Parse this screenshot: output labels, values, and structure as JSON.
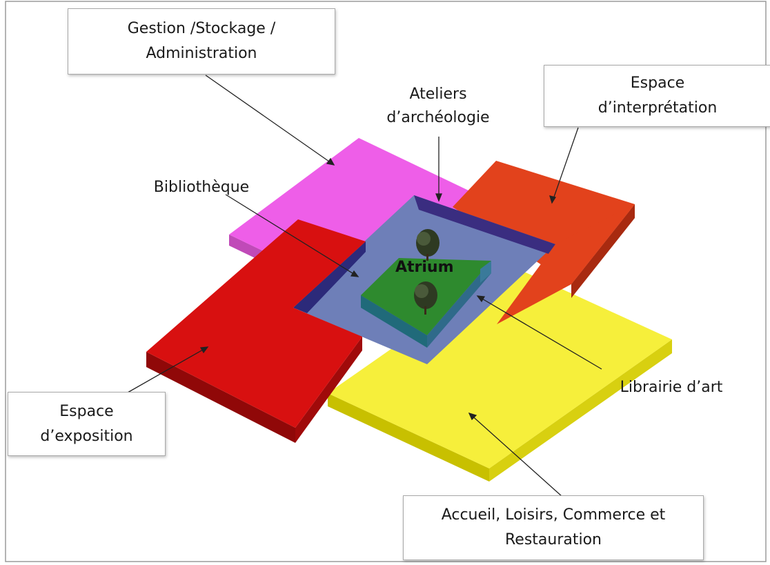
{
  "boxes": {
    "gestion": [
      "Gestion /Stockage /",
      "Administration"
    ],
    "interpretation": [
      "Espace",
      "d’interprétation"
    ],
    "exposition": [
      "Espace",
      "d’exposition"
    ],
    "accueil": [
      "Accueil, Loisirs, Commerce et",
      "Restauration"
    ]
  },
  "labels": {
    "ateliers": [
      "Ateliers",
      "d’archéologie"
    ],
    "bibliotheque": "Bibliothèque",
    "atrium": "Atrium",
    "librairie": "Librairie d’art"
  },
  "colors": {
    "gestion": "#ee5ee8",
    "interpretation": "#e2421c",
    "exposition": "#d81010",
    "accueil": "#f6ee30",
    "center": "#6e7fb8",
    "atrium": "#2e8a2e"
  }
}
